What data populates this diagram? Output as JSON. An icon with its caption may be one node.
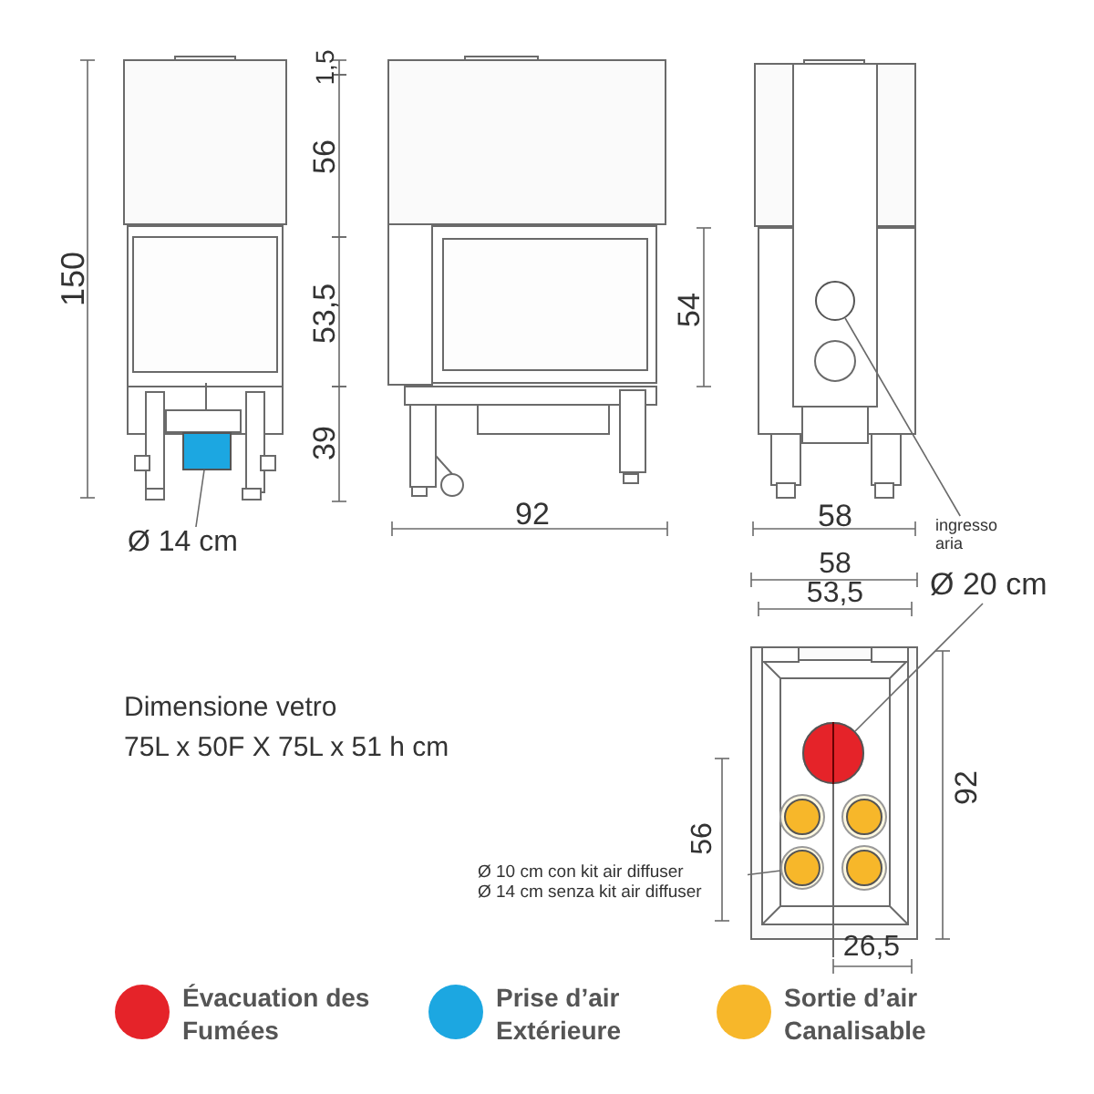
{
  "diagram": {
    "nodes": [
      {
        "text": [
          "Ø 14 cm"
        ]
      },
      {
        "text": [],
        "shape": "box"
      },
      {
        "text": [
          "ingresso aria"
        ]
      },
      {
        "text": [],
        "shape": "circle"
      },
      {
        "text": [
          "Ø 20 cm"
        ]
      },
      {
        "text": [],
        "shape": "circle"
      },
      {
        "text": [
          "Ø 10 cm con kit air diffuser",
          "Ø 14 cm senza kit air diffuser"
        ]
      },
      {
        "text": [],
        "shape": "circle"
      }
    ],
    "edges": [
      {
        "from": 0,
        "to": 1,
        "arrow": "none"
      },
      {
        "from": 2,
        "to": 3,
        "arrow": "none"
      },
      {
        "from": 4,
        "to": 5,
        "arrow": "none"
      },
      {
        "from": 6,
        "to": 7,
        "arrow": "none"
      }
    ],
    "labels": [
      "150",
      "1,5",
      "56",
      "53,5",
      "39",
      "92",
      "54",
      "58",
      "58",
      "53,5",
      "92",
      "Dimensione vetro",
      "75L x 50F X 75L x 51 h cm",
      "56",
      "26,5"
    ],
    "legend": [
      {
        "text": "Évacuation des Fumées",
        "color": "#e52329"
      },
      {
        "text": "Prise d’air Extérieure",
        "color": "#1ca7e1"
      },
      {
        "text": "Sortie d’air Canalisable",
        "color": "#f7b72a"
      }
    ]
  }
}
